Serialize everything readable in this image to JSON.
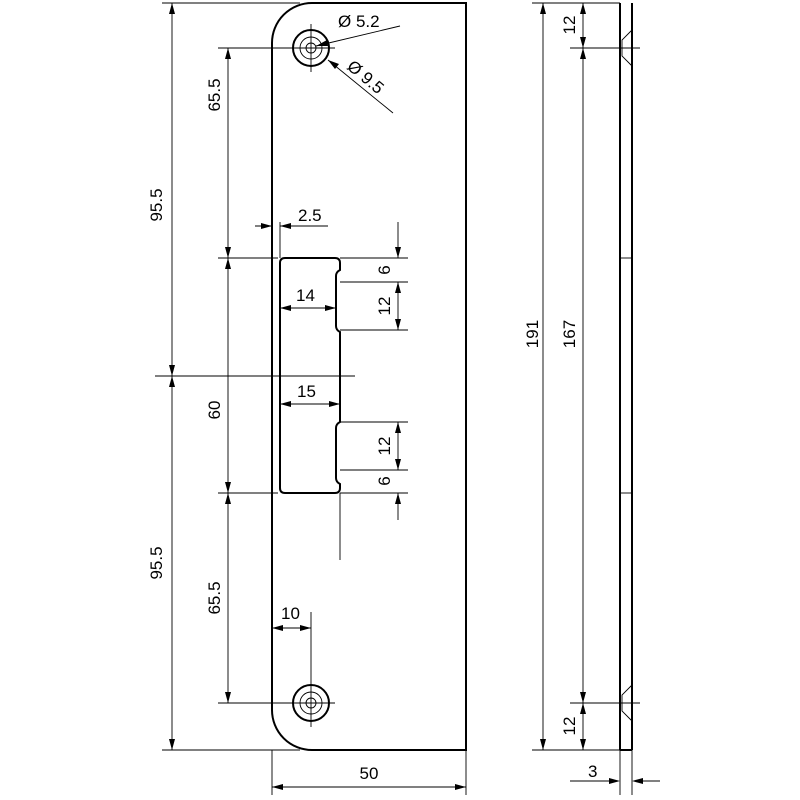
{
  "drawing": {
    "front_view": {
      "hole_diameter_small": "Ø 5.2",
      "hole_diameter_large": "Ø 9.5",
      "dim_top_total": "95.5",
      "dim_bottom_total": "95.5",
      "dim_top_to_cutout": "65.5",
      "dim_bottom_to_cutout": "65.5",
      "dim_cutout_height": "60",
      "dim_edge_offset": "2.5",
      "dim_cutout_width_upper": "14",
      "dim_cutout_width_middle": "15",
      "dim_upper_notch_top": "6",
      "dim_upper_notch_height": "12",
      "dim_lower_notch_height": "12",
      "dim_lower_notch_bottom": "6",
      "dim_hole_edge_offset": "10",
      "dim_plate_width": "50"
    },
    "side_view": {
      "dim_total_length": "191",
      "dim_hole_spacing": "167",
      "dim_top_hole": "12",
      "dim_bottom_hole": "12",
      "dim_thickness": "3"
    }
  }
}
